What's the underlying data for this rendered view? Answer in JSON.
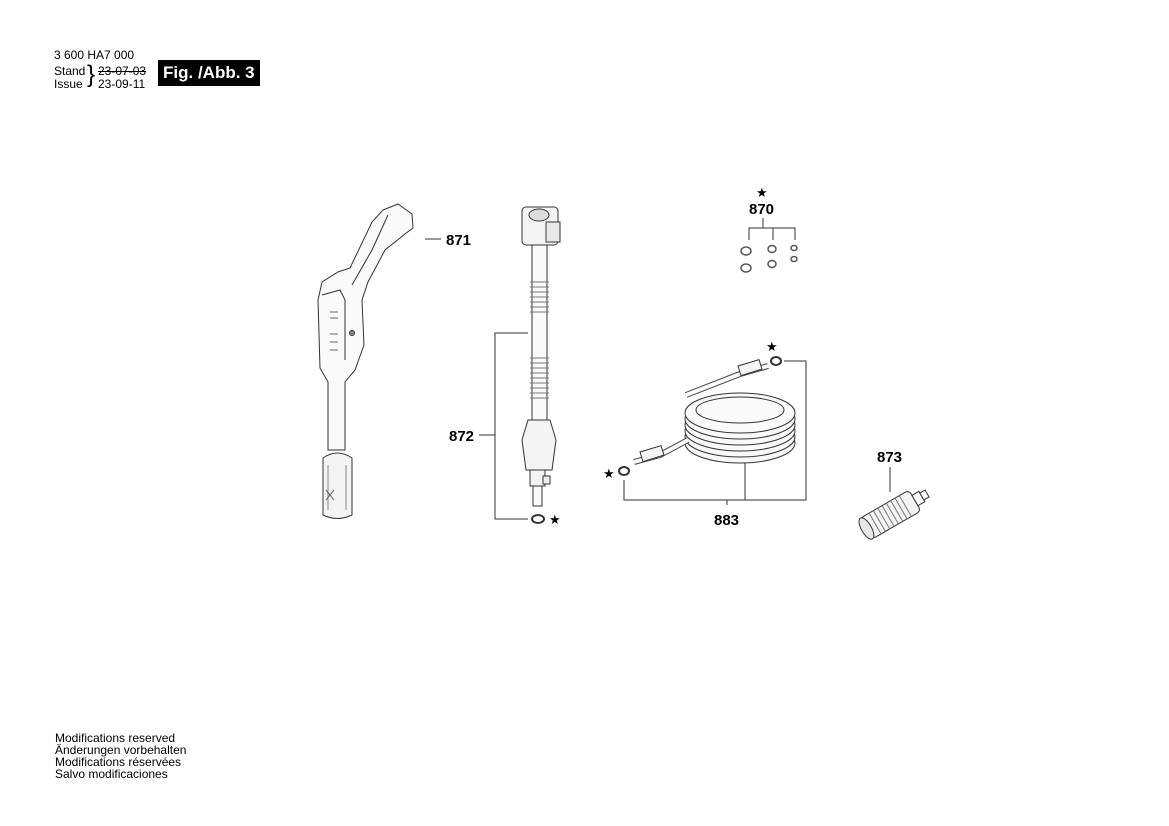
{
  "header": {
    "doc_number": "3 600 HA7 000",
    "stand_label": "Stand",
    "stand_date": "23-07-03",
    "issue_label": "Issue",
    "issue_date": "23-09-11",
    "figure_label": "Fig. /Abb. 3"
  },
  "parts": [
    {
      "number": "871",
      "description_shown": false
    },
    {
      "number": "872",
      "marked_star": true
    },
    {
      "number": "870",
      "marked_star": true
    },
    {
      "number": "883",
      "marked_star": true
    },
    {
      "number": "873"
    }
  ],
  "star_symbol": "★",
  "footer": {
    "lines": [
      "Modifications reserved",
      "Änderungen vorbehalten",
      "Modifications réservées",
      "Salvo modificaciones"
    ]
  }
}
